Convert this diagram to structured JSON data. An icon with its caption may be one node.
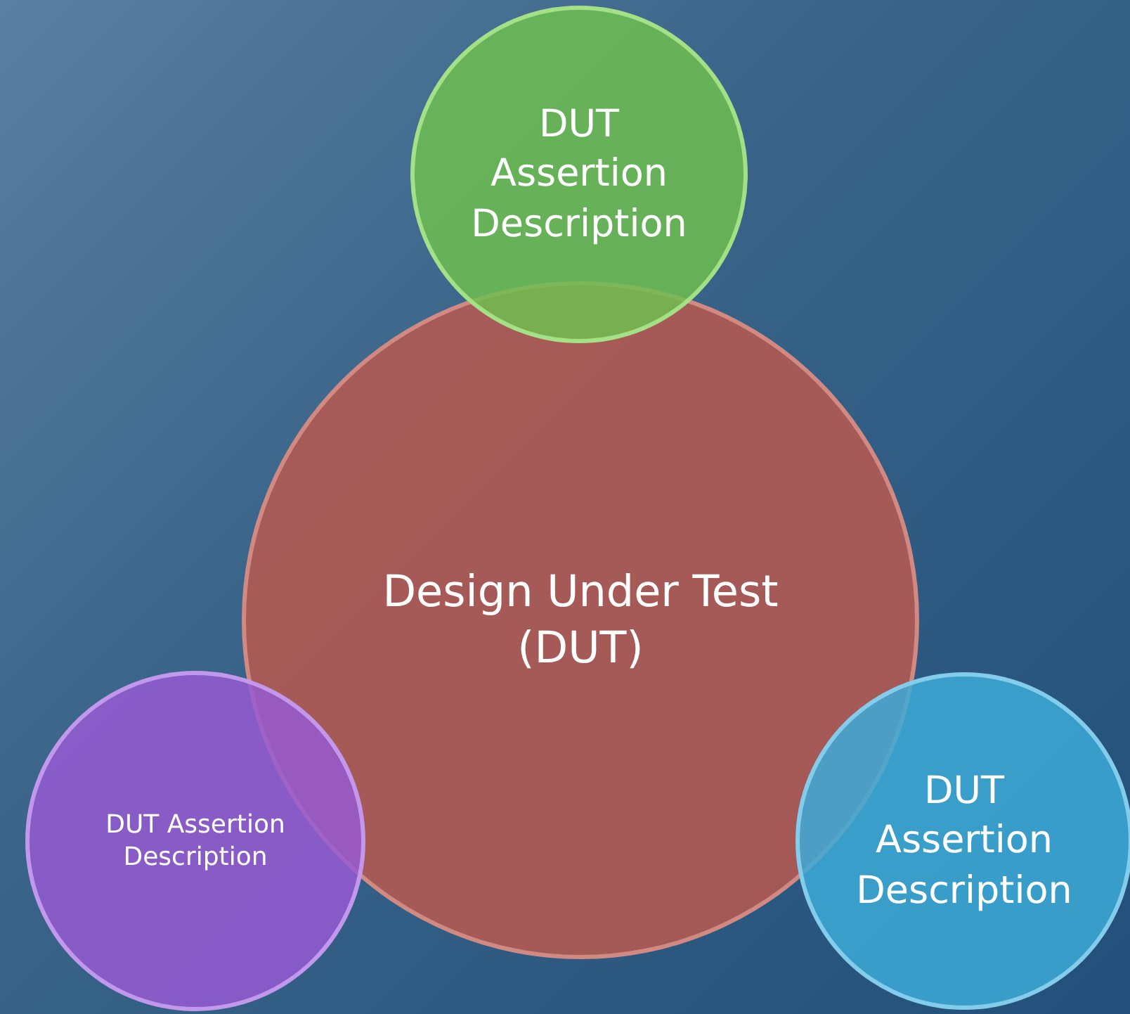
{
  "diagram": {
    "nodes": [
      {
        "text": [
          "DUT Assertion Description"
        ]
      },
      {
        "text": [
          "Design Under Test (DUT)"
        ]
      },
      {
        "text": [
          "DUT Assertion Description"
        ]
      },
      {
        "text": [
          "DUT Assertion Description"
        ]
      }
    ]
  }
}
